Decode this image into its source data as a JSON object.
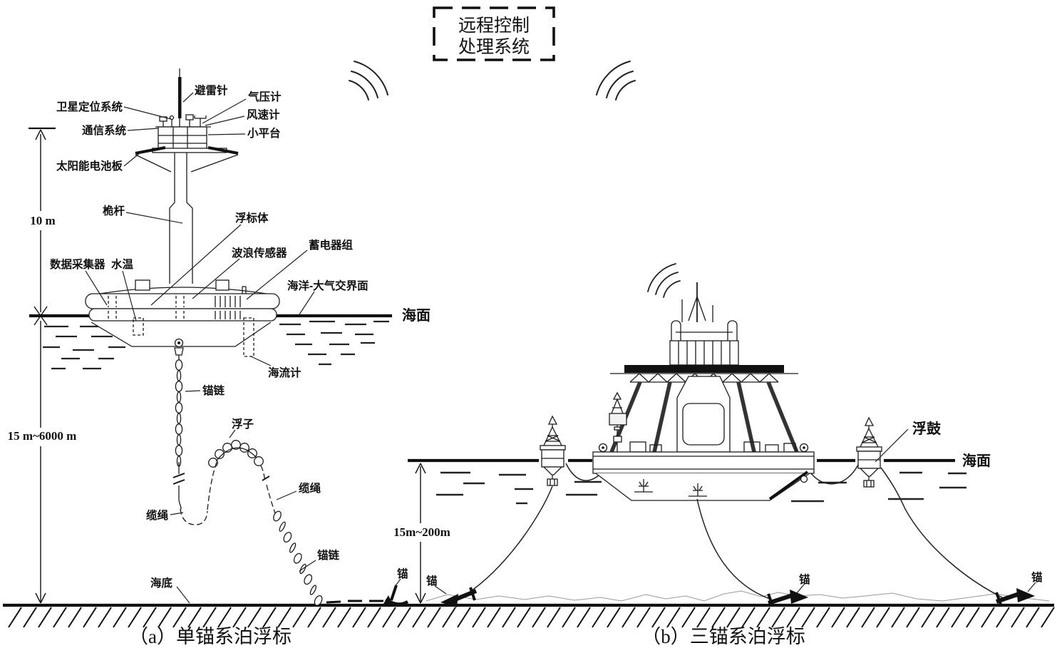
{
  "remote_box": {
    "line1": "远程控制",
    "line2": "处理系统"
  },
  "diagram_a": {
    "caption": "（a）单锚系泊浮标",
    "dim_height": "10 m",
    "dim_depth": "15 m~6000 m",
    "labels": {
      "lightning_rod": "避雷针",
      "satellite_positioning_system": "卫星定位系统",
      "barometer": "气压计",
      "anemometer": "风速计",
      "communication_system": "通信系统",
      "small_platform": "小平台",
      "solar_panel": "太阳能电池板",
      "mast": "桅杆",
      "buoy_body": "浮标体",
      "data_collector": "数据采集器",
      "water_temperature": "水温",
      "wave_sensor": "波浪传感器",
      "battery_pack": "蓄电器组",
      "ocean_atmosphere_interface": "海洋-大气交界面",
      "sea_surface": "海面",
      "current_meter": "海流计",
      "anchor_chain_upper": "锚链",
      "float": "浮子",
      "cable_upper": "缆绳",
      "cable_lower": "缆绳",
      "anchor_chain_lower": "锚链",
      "seabed": "海底",
      "anchor": "锚"
    }
  },
  "diagram_b": {
    "caption": "（b）三锚系泊浮标",
    "dim_depth": "15m~200m",
    "labels": {
      "float_drum": "浮鼓",
      "sea_surface": "海面",
      "anchor_left": "锚",
      "anchor_middle": "锚",
      "anchor_right": "锚"
    }
  }
}
